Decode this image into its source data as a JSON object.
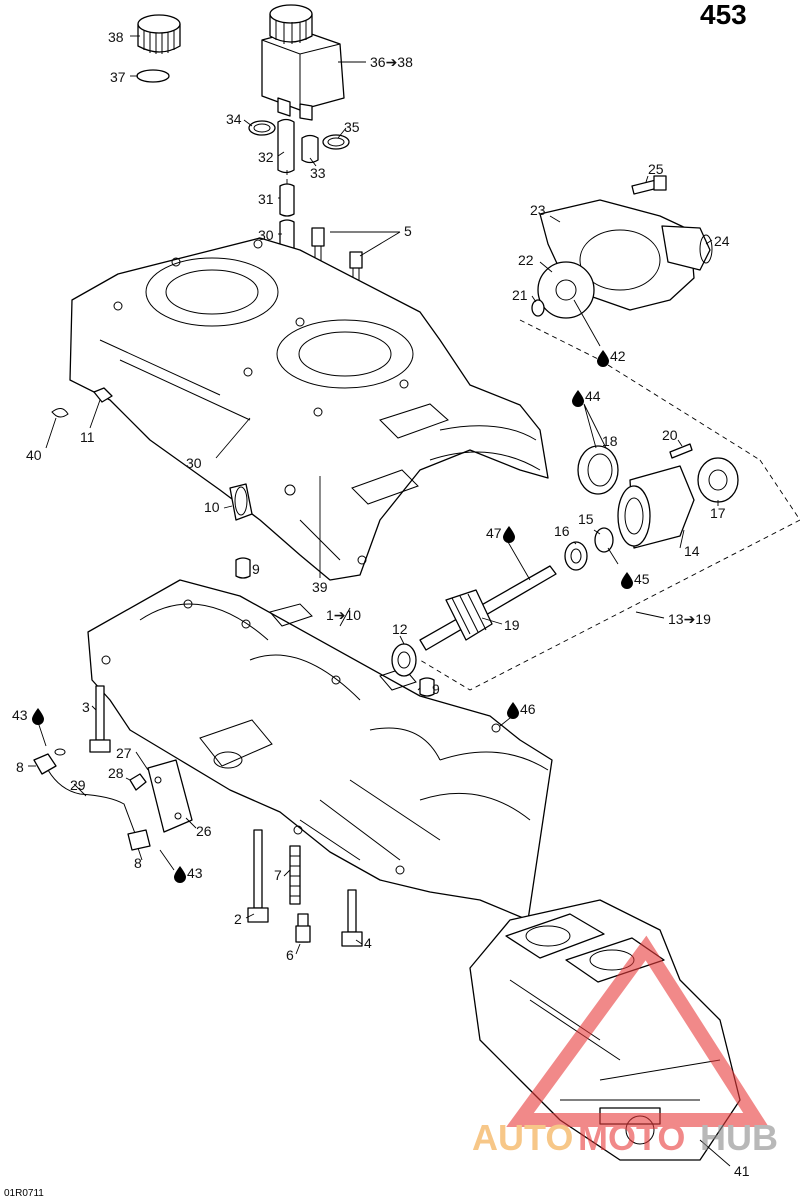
{
  "page_number": "453",
  "figure_ref": "01R0711",
  "watermark": {
    "text_a": "AUTO",
    "text_b": "MOTO",
    "text_c": "HUB",
    "color_orange": "#f2a23a",
    "color_red": "#e83b3b",
    "color_gray": "#8a8a8a"
  },
  "callouts": {
    "c38": "38",
    "c37": "37",
    "c36": "36➔38",
    "c34": "34",
    "c35": "35",
    "c32": "32",
    "c33": "33",
    "c31": "31",
    "c30a": "30",
    "c5": "5",
    "c25": "25",
    "c23": "23",
    "c24": "24",
    "c22": "22",
    "c21": "21",
    "c42": "42",
    "c44": "44",
    "c18": "18",
    "c20": "20",
    "c17": "17",
    "c11": "11",
    "c40": "40",
    "c30b": "30",
    "c10": "10",
    "c9a": "9",
    "c39": "39",
    "c1": "1➔10",
    "c47": "47",
    "c16": "16",
    "c15": "15",
    "c14": "14",
    "c45": "45",
    "c12": "12",
    "c19": "19",
    "c13": "13➔19",
    "c9b": "9",
    "c46": "46",
    "c43a": "43",
    "c3": "3",
    "c27": "27",
    "c8a": "8",
    "c28": "28",
    "c29": "29",
    "c26": "26",
    "c8b": "8",
    "c43b": "43",
    "c7": "7",
    "c2": "2",
    "c6": "6",
    "c4": "4",
    "c41": "41"
  }
}
